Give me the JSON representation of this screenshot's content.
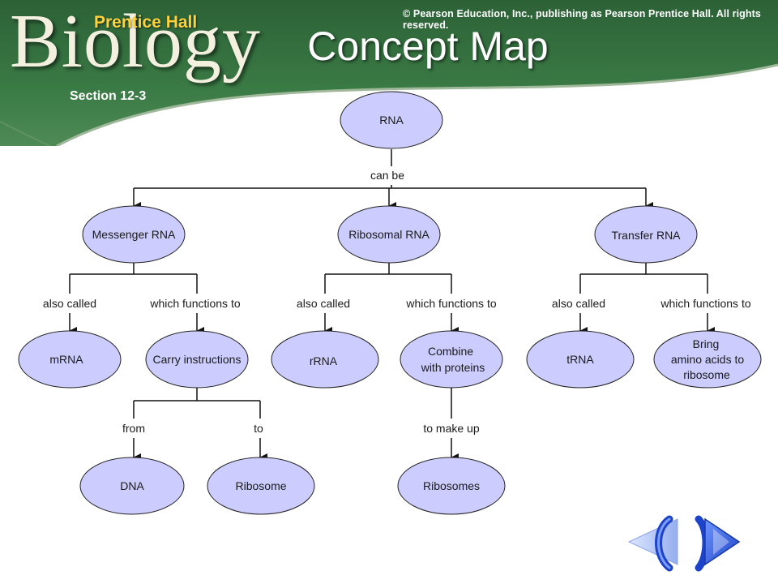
{
  "header": {
    "brand_word": "Biology",
    "brand_line": "Prentice Hall",
    "copyright": "© Pearson Education, Inc., publishing as Pearson Prentice Hall. All rights reserved.",
    "title": "Concept Map",
    "section": "Section 12-3"
  },
  "colors": {
    "node_fill": "#ccccff",
    "node_stroke": "#222222",
    "header_green": "#2f6a3a",
    "nav_blue": "#3366dd"
  },
  "concept_map": {
    "nodes": [
      {
        "id": "rna",
        "label": [
          "RNA"
        ]
      },
      {
        "id": "messenger-rna",
        "label": [
          "Messenger RNA"
        ]
      },
      {
        "id": "ribosomal-rna",
        "label": [
          "Ribosomal RNA"
        ]
      },
      {
        "id": "transfer-rna",
        "label": [
          "Transfer RNA"
        ]
      },
      {
        "id": "mrna",
        "label": [
          "mRNA"
        ]
      },
      {
        "id": "carry-instructions",
        "label": [
          "Carry instructions"
        ]
      },
      {
        "id": "rrna",
        "label": [
          "rRNA"
        ]
      },
      {
        "id": "combine-with-proteins",
        "label": [
          "Combine",
          "with proteins"
        ]
      },
      {
        "id": "trna",
        "label": [
          "tRNA"
        ]
      },
      {
        "id": "bring-amino-acids",
        "label": [
          "Bring",
          "amino acids to",
          "ribosome"
        ]
      },
      {
        "id": "dna",
        "label": [
          "DNA"
        ]
      },
      {
        "id": "ribosome",
        "label": [
          "Ribosome"
        ]
      },
      {
        "id": "ribosomes",
        "label": [
          "Ribosomes"
        ]
      }
    ],
    "links": [
      {
        "id": "can-be",
        "label": "can be"
      },
      {
        "id": "messenger-also-called",
        "label": "also called"
      },
      {
        "id": "messenger-functions",
        "label": "which functions to"
      },
      {
        "id": "ribosomal-also-called",
        "label": "also called"
      },
      {
        "id": "ribosomal-functions",
        "label": "which functions to"
      },
      {
        "id": "transfer-also-called",
        "label": "also called"
      },
      {
        "id": "transfer-functions",
        "label": "which functions to"
      },
      {
        "id": "from",
        "label": "from"
      },
      {
        "id": "to",
        "label": "to"
      },
      {
        "id": "to-make-up",
        "label": "to make up"
      }
    ]
  },
  "nav": {
    "back_icon": "back-arrow-icon",
    "forward_icon": "forward-arrow-icon"
  }
}
